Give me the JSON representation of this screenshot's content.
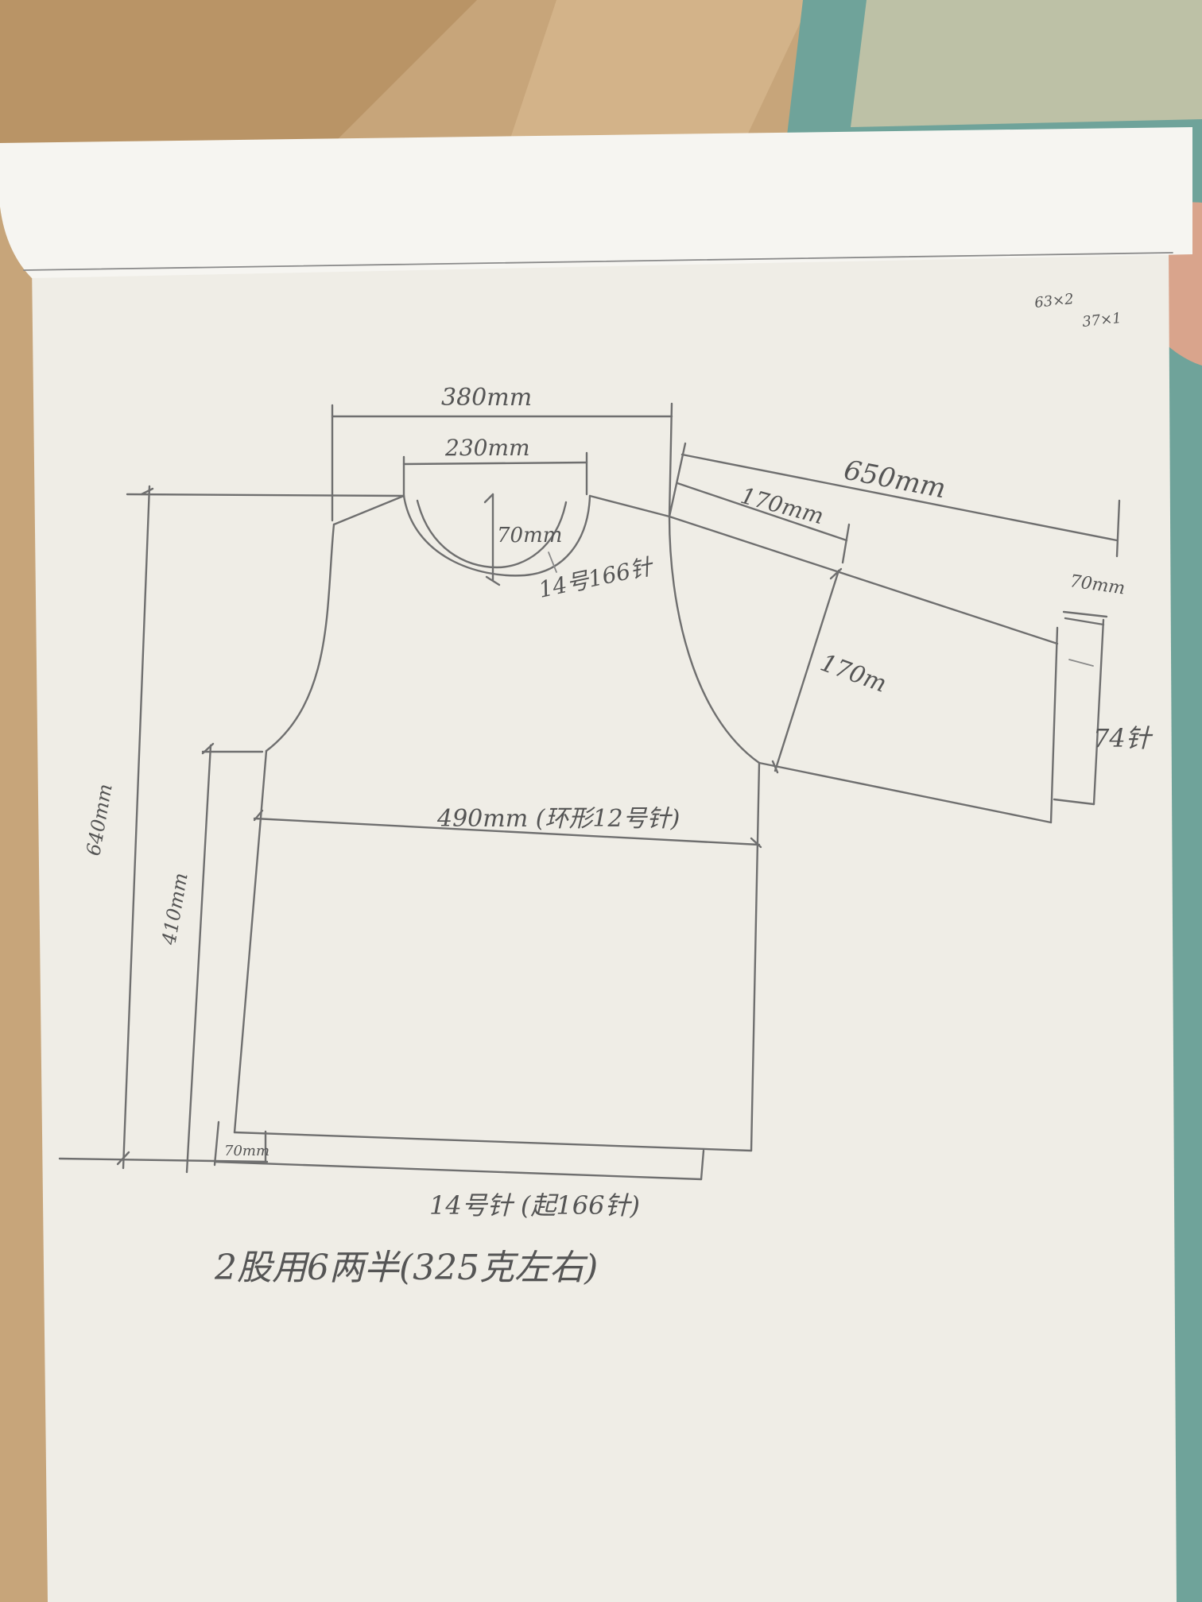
{
  "colors": {
    "floor": "#c9a77a",
    "rug": "#6fa39a",
    "paper": "#f1efe8",
    "pencil": "#6f6f6f"
  },
  "corner_note": {
    "line1": "63×2",
    "line2": "37×1"
  },
  "dimensions": {
    "shoulder_width": "380mm",
    "neck_width": "230mm",
    "neck_depth": "70mm",
    "neck_needles": "14号166针",
    "sleeve_length": "650mm",
    "sleeve_cap_top": "170mm",
    "sleeve_cuff_length": "70mm",
    "sleeve_width": "170m",
    "sleeve_cuff_stitches": "74针",
    "total_length": "640mm",
    "body_length": "410mm",
    "chest_width": "490mm (环形12号针)",
    "hem_height": "70mm",
    "hem_needles": "14号针 (起166针)"
  },
  "yarn_note": "2股用6两半(325克左右)"
}
